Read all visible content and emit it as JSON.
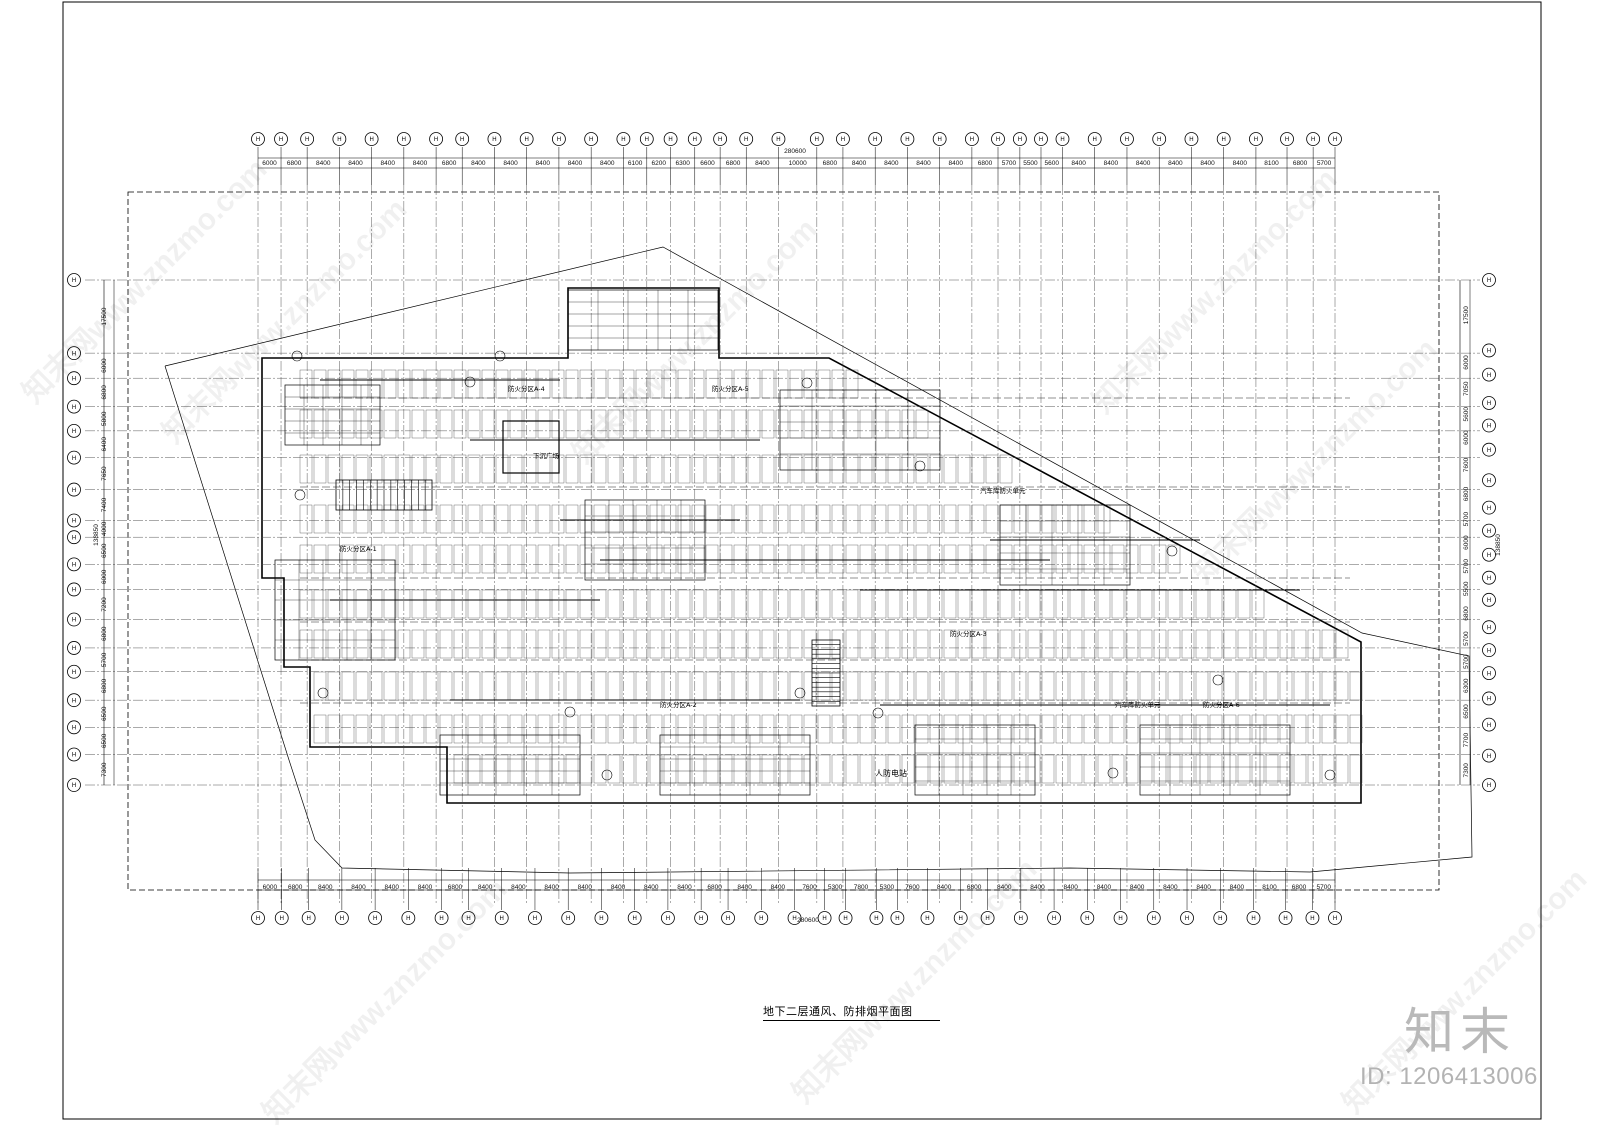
{
  "drawing": {
    "title": "地下二层通风、防排烟平面图",
    "total_width_dim": "280600",
    "total_height_dim": "138850"
  },
  "top_dims": [
    "6000",
    "6800",
    "8400",
    "8400",
    "8400",
    "8400",
    "6800",
    "8400",
    "8400",
    "8400",
    "8400",
    "8400",
    "6100",
    "6200",
    "6300",
    "6600",
    "6800",
    "8400",
    "10000",
    "6800",
    "8400",
    "8400",
    "8400",
    "8400",
    "6800",
    "5700",
    "5500",
    "5600",
    "8400",
    "8400",
    "8400",
    "8400",
    "8400",
    "8400",
    "8100",
    "6800",
    "5700"
  ],
  "bottom_dims": [
    "6000",
    "6800",
    "8400",
    "8400",
    "8400",
    "8400",
    "6800",
    "8400",
    "8400",
    "8400",
    "8400",
    "8400",
    "8400",
    "8400",
    "6800",
    "8400",
    "8400",
    "7600",
    "5300",
    "7800",
    "5300",
    "7600",
    "8400",
    "6800",
    "8400",
    "8400",
    "8400",
    "8400",
    "8400",
    "8400",
    "8400",
    "8400",
    "8100",
    "6800",
    "5700"
  ],
  "left_dims": [
    "17500",
    "6000",
    "6800",
    "5800",
    "6400",
    "7650",
    "7400",
    "4000",
    "6500",
    "6000",
    "7200",
    "6800",
    "5700",
    "6800",
    "6500",
    "6500",
    "7300"
  ],
  "right_dims": [
    "17500",
    "6000",
    "7050",
    "5600",
    "6000",
    "7600",
    "6800",
    "5700",
    "6000",
    "5700",
    "5500",
    "6800",
    "5700",
    "5700",
    "6300",
    "6500",
    "7700",
    "7300"
  ],
  "grid_bubble_label": "H",
  "zones": [
    {
      "label": "防火分区A-4"
    },
    {
      "label": "防火分区A-5"
    },
    {
      "label": "防火分区A-1"
    },
    {
      "label": "防火分区A-3"
    },
    {
      "label": "防火分区A-2"
    },
    {
      "label": "防火分区A-6"
    },
    {
      "label": "下沉广场"
    },
    {
      "label": "汽车库防火单元"
    },
    {
      "label": "汽车库防火单元"
    },
    {
      "label": "人防电站"
    }
  ],
  "watermark": {
    "logo": "知末",
    "id": "ID: 1206413006",
    "repeat_text": "知末网www.znzmo.com"
  }
}
